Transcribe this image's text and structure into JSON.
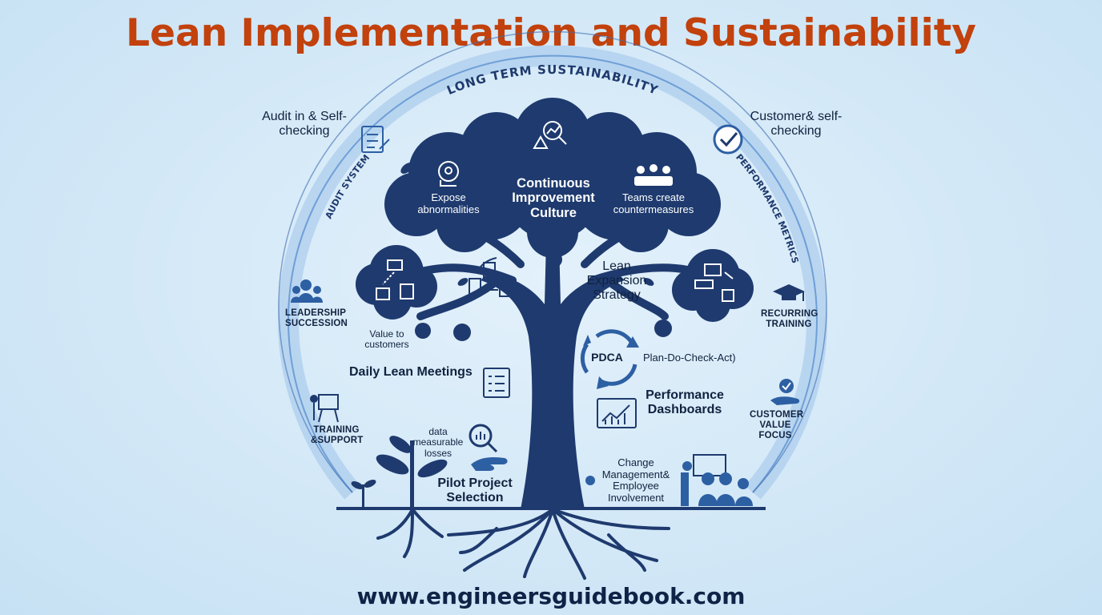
{
  "title": "Lean Implementation and Sustainability",
  "ring": {
    "top": "LONG TERM SUSTAINABILITY",
    "left": "AUDIT SYSTEM",
    "right": "PERFORMANCE METRICS"
  },
  "canopy": {
    "center": "Continuous Improvement Culture",
    "left": "Expose abnormalities",
    "right": "Teams create countermeasures"
  },
  "tree": {
    "expansion": "Lean Expansion Strategy",
    "value": "Value to customers",
    "daily": "Daily Lean Meetings",
    "pdca": "PDCA",
    "pdca_full": "Plan-Do-Check-Act)",
    "dashboards": "Performance Dashboards",
    "data": "data measurable losses",
    "pilot": "Pilot Project Selection",
    "change": "Change Management& Employee Involvement"
  },
  "outer": {
    "audit": "Audit in & Self-checking",
    "customer": "Customer& self-checking",
    "leadership": "LEADERSHIP SUCCESSION",
    "recurring": "RECURRING TRAINING",
    "training": "TRAINING &SUPPORT",
    "cvf": "CUSTOMER VALUE FOCUS"
  },
  "colors": {
    "title": "#c2410c",
    "navy": "#1e3a6e",
    "ring": "#8fb6e3",
    "background": "#d3e8f7"
  },
  "footer": "www.engineersguidebook.com"
}
